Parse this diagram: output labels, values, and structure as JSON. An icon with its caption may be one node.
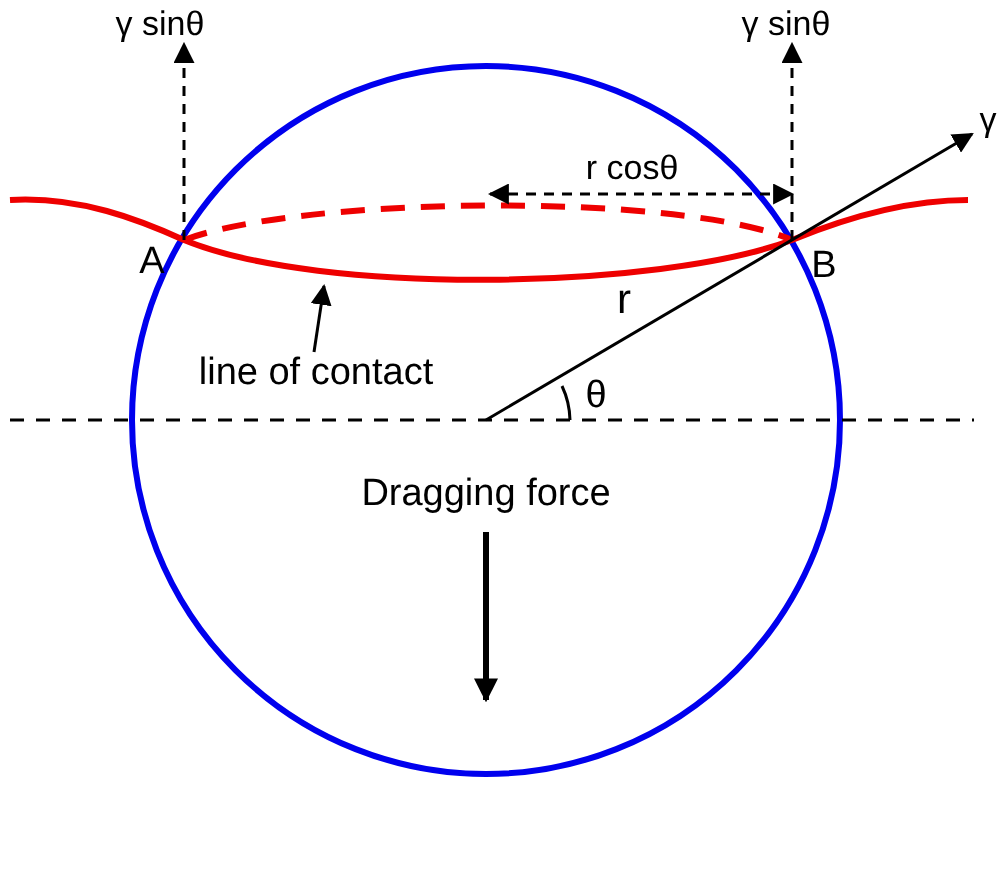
{
  "diagram": {
    "nodes": [
      {
        "text": [
          "line of contact"
        ]
      },
      {
        "text": [],
        "shape": "curve"
      }
    ],
    "edges": [
      {
        "from": 0,
        "to": 1,
        "arrow": "to"
      }
    ],
    "labels": [
      "γ sinθ",
      "γ sinθ",
      "γ",
      "r cosθ",
      "A",
      "B",
      "r",
      "θ",
      "Dragging force"
    ]
  }
}
